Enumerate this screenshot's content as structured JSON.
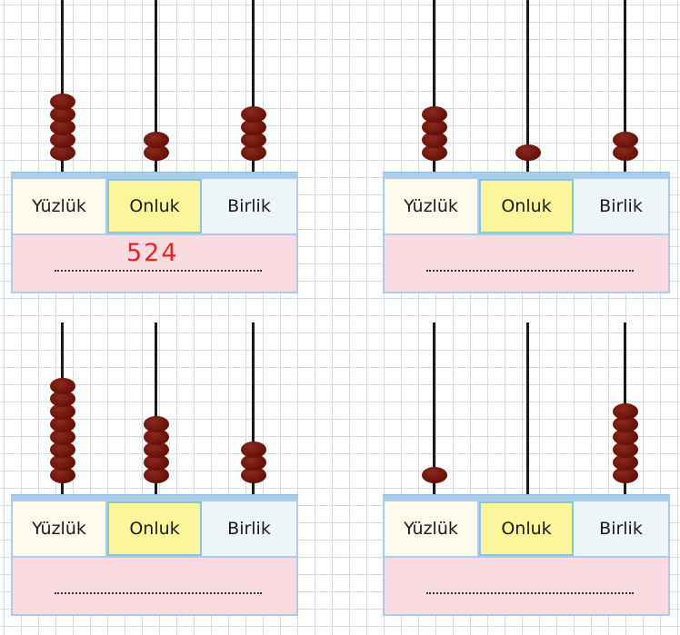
{
  "labels": {
    "hundreds": "Yüzlük",
    "tens": "Onluk",
    "ones": "Birlik"
  },
  "answer_line": "...............................................",
  "abaci": [
    {
      "hundreds": 5,
      "tens": 2,
      "ones": 4,
      "answer": "524"
    },
    {
      "hundreds": 4,
      "tens": 1,
      "ones": 2,
      "answer": ""
    },
    {
      "hundreds": 8,
      "tens": 5,
      "ones": 3,
      "answer": ""
    },
    {
      "hundreds": 1,
      "tens": 0,
      "ones": 6,
      "answer": ""
    }
  ],
  "colors": {
    "bead": "#6b130b",
    "answer_text": "#e3261e",
    "frame": "#a9cdea",
    "tens_cell": "#fbf59c"
  }
}
